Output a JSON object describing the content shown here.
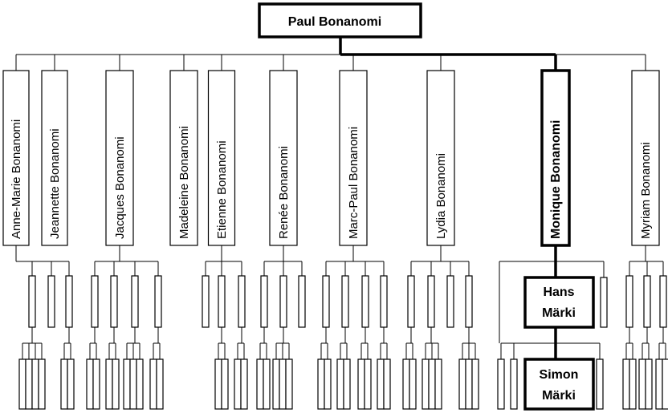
{
  "root": {
    "name": "Paul Bonanomi"
  },
  "children": [
    {
      "name": "Anne-Marie Bonanomi"
    },
    {
      "name": "Jeannette Bonanomi"
    },
    {
      "name": "Jacques Bonanomi"
    },
    {
      "name": "Madeleine Bonanomi"
    },
    {
      "name": "Etienne Bonanomi"
    },
    {
      "name": "Renée Bonanomi"
    },
    {
      "name": "Marc-Paul Bonanomi"
    },
    {
      "name": "Lydia Bonanomi"
    },
    {
      "name": "Monique Bonanomi",
      "highlight": true
    },
    {
      "name": "Myriam Bonanomi"
    }
  ],
  "grandchild_highlight": {
    "line1": "Hans",
    "line2": "Märki"
  },
  "great_grandchild_highlight": {
    "line1": "Simon",
    "line2": "Märki"
  }
}
